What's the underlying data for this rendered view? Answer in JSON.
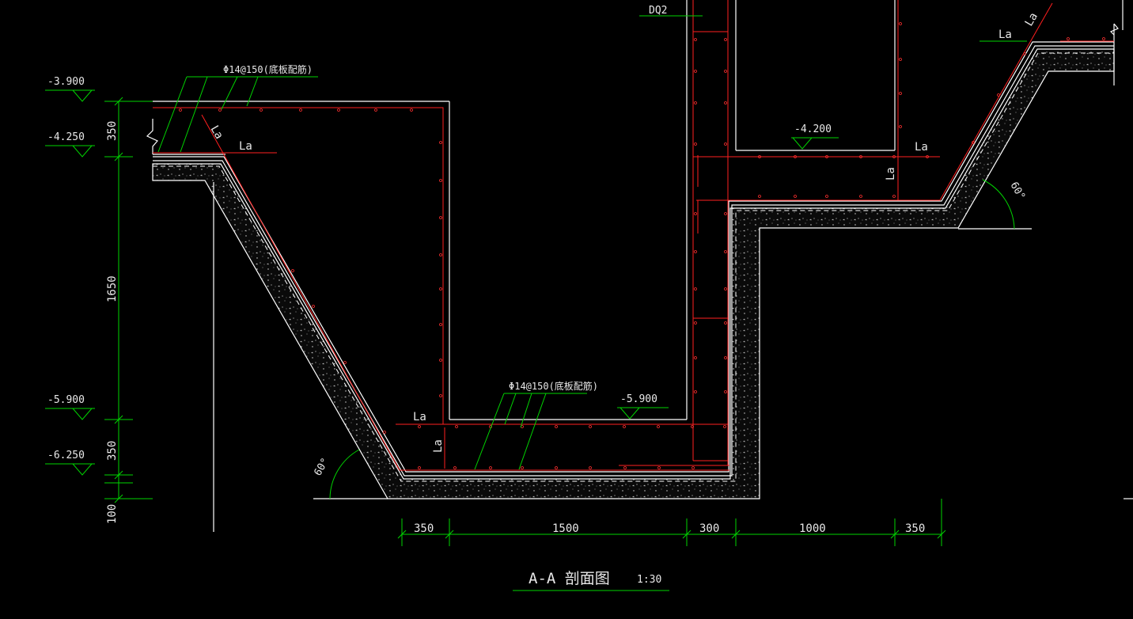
{
  "drawing": {
    "title": "A-A 剖面图",
    "scale": "1:30",
    "colors": {
      "background": "#000000",
      "dimension": "#00d400",
      "outline": "#ffffff",
      "rebar": "#ff1f1f"
    }
  },
  "elevations": {
    "left": [
      "-3.900",
      "-4.250",
      "-5.900",
      "-6.250"
    ],
    "pit_bottom": "-5.900",
    "right_floor": "-4.200"
  },
  "dimensions": {
    "vertical": [
      "350",
      "1650",
      "350",
      "100"
    ],
    "horizontal": [
      "350",
      "1500",
      "300",
      "1000",
      "350"
    ]
  },
  "annotations": {
    "rebar_top": "Φ14@150(底板配筋)",
    "rebar_bottom": "Φ14@150(底板配筋)",
    "anchorage": "La",
    "angle_left": "60°",
    "angle_right": "60°",
    "wall_tag": "DQ2"
  }
}
